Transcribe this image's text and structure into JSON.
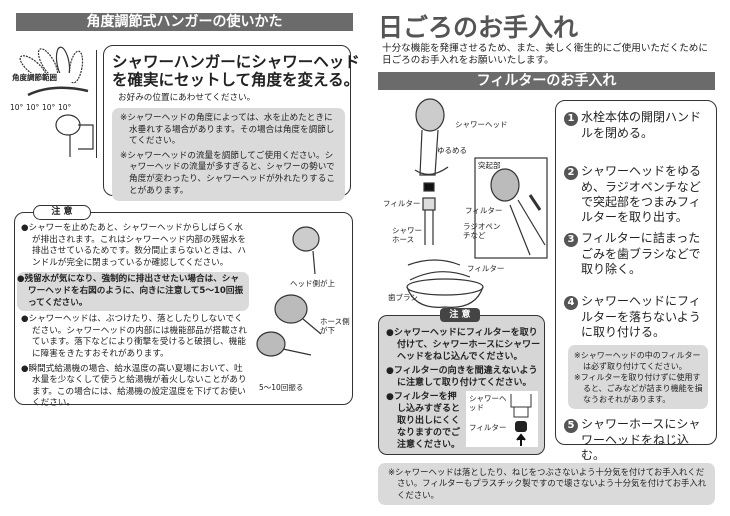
{
  "left": {
    "header": "角度調節式ハンガーの使いかた",
    "angle_label": "角度調節範囲",
    "angle_ticks": [
      "10°",
      "10°",
      "10°",
      "10°"
    ],
    "box_title": [
      "シャワーハンガーにシャワーヘッド",
      "を確実にセットして角度を変える。"
    ],
    "box_subtitle": "お好みの位置にあわせてください。",
    "box_notes": [
      "※シャワーヘッドの角度によっては、水を止めたときに水垂れする場合があります。その場合は角度を調節してください。",
      "※シャワーヘッドの流量を調節してご使用ください。シャワーヘッドの流量が多すぎると、シャワーの勢いで角度が変わったり、シャワーヘッドが外れたりすることがあります。"
    ],
    "caution": {
      "label": "注 意",
      "bullets": [
        "●シャワーを止めたあと、シャワーヘッドからしばらく水が排出されます。これはシャワーヘッド内部の残留水を排出させているためです。数分間止まらないときは、ハンドルが完全に閉まっているか確認してください。",
        "●残留水が気になり、強制的に排出させたい場合は、シャワーヘッドを右図のように、向きに注意して5～10回振ってください。",
        "●シャワーヘッドは、ぶつけたり、落としたりしないでください。シャワーヘッドの内部には機能部品が搭載されています。落下などにより衝撃を受けると破損し、機能に障害をきたすおそれがあります。",
        "●瞬間式給湯機の場合、給水温度の高い夏場において、吐水量を少なくして使うと給湯機が着火しないことがあります。この場合には、給湯機の設定温度を下げてお使いください。"
      ],
      "fig_head_up": "ヘッド側が上",
      "fig_hose_down": "ホース側が下",
      "fig_shake": "5～10回振る"
    }
  },
  "right": {
    "title": "日ごろのお手入れ",
    "intro": "十分な機能を発揮させるため、また、美しく衛生的にご使用いただくために日ごろのお手入れをお願いいたします。",
    "header": "フィルターのお手入れ",
    "fig": {
      "shower_head": "シャワーヘッド",
      "loosen": "ゆるめる",
      "protrusion": "突起部",
      "filter": "フィルター",
      "pliers": "ラジオペンチなど",
      "hose": "シャワーホース",
      "filter2": "フィルター",
      "filter3": "フィルター",
      "toothbrush": "歯ブラシ"
    },
    "caution": {
      "label": "注 意",
      "bullets": [
        "●シャワーヘッドにフィルターを取り付けて、シャワーホースにシャワーヘッドをねじ込んでください。",
        "●フィルターの向きを間違えないように注意して取り付けてください。",
        "●フィルターを押し込みすぎると取り出しにくくなりますのでご注意ください。"
      ],
      "fig_head": "シャワーヘッド",
      "fig_filter": "フィルター"
    },
    "steps": [
      {
        "num": "1",
        "text": "水栓本体の開閉ハンドルを閉める。"
      },
      {
        "num": "2",
        "text": "シャワーヘッドをゆるめ、ラジオペンチなどで突起部をつまみフィルターを取り出す。"
      },
      {
        "num": "3",
        "text": "フィルターに詰まったごみを歯ブラシなどで取り除く。"
      },
      {
        "num": "4",
        "text": "シャワーヘッドにフィルターを落ちないように取り付ける。"
      },
      {
        "num": "5",
        "text": "シャワーホースにシャワーヘッドをねじ込む。"
      }
    ],
    "step_notes": [
      "※シャワーヘッドの中のフィルターは必ず取り付けてください。",
      "※フィルターを取り付けずに使用すると、ごみなどが詰まり機能を損なうおそれがあります。"
    ],
    "bottom_note": "※シャワーヘッドは落としたり、ねじをつぶさないよう十分気を付けてお手入れください。フィルターもプラスチック製ですので壊さないよう十分気を付けてお手入れください。"
  }
}
